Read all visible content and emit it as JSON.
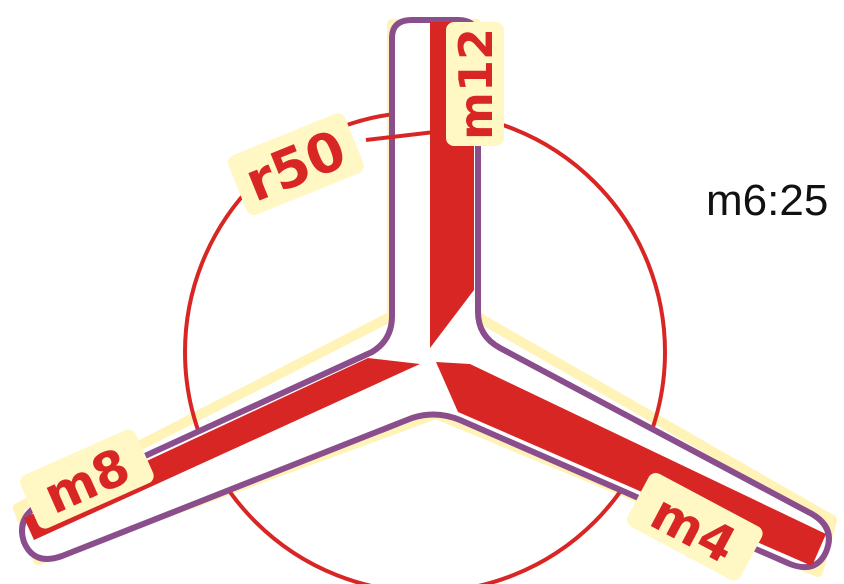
{
  "diagram": {
    "labels": {
      "radius": "r50",
      "arm_top": "m12",
      "arm_left": "m8",
      "arm_right": "m4"
    },
    "side_text": "m6:25",
    "colors": {
      "accent": "#d82624",
      "outline": "#8a4e8c",
      "label_bg": "#fff7c4",
      "text": "#111111"
    }
  }
}
